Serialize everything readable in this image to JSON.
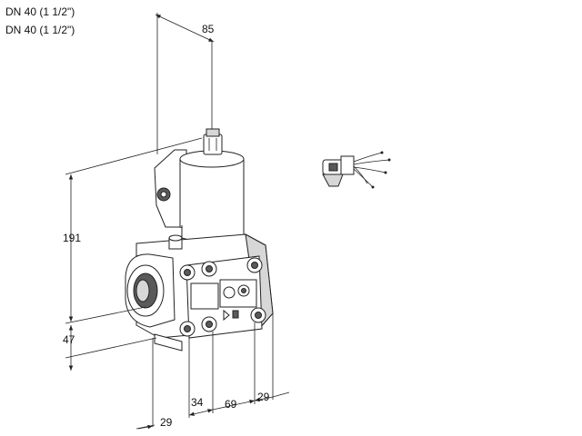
{
  "header": {
    "lines": [
      "DN 40 (1 1/2\")",
      "DN 40 (1 1/2\")"
    ]
  },
  "dimensions": {
    "top_width": "85",
    "height_main": "191",
    "height_lower": "47",
    "bottom_offset": "29",
    "width_a": "34",
    "width_b": "69",
    "width_c": "29"
  }
}
